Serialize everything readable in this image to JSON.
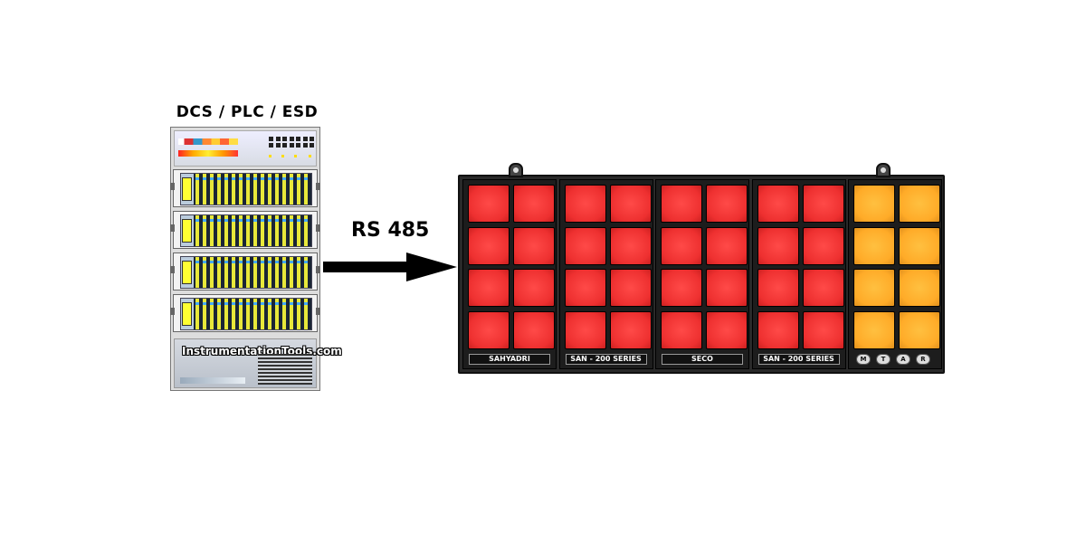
{
  "diagram": {
    "source_label": "DCS / PLC / ESD",
    "watermark": "InstrumentationTools.com",
    "link_label": "RS 485",
    "panel": {
      "modules": [
        {
          "color": "red",
          "plate": "SAHYADRI"
        },
        {
          "color": "red",
          "plate": "SAN - 200 SERIES"
        },
        {
          "color": "red",
          "plate": "SECO"
        },
        {
          "color": "red",
          "plate": "SAN - 200 SERIES"
        },
        {
          "color": "amber",
          "buttons": [
            "M",
            "T",
            "A",
            "R"
          ]
        }
      ],
      "colors": {
        "red": "#ee3030",
        "amber": "#ffab28"
      }
    }
  }
}
